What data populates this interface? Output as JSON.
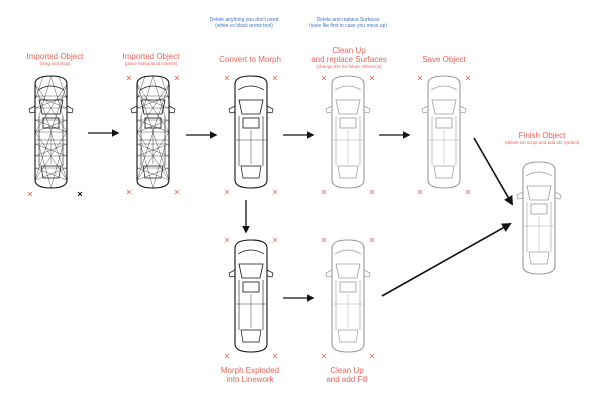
{
  "notes": {
    "delete_note": "Delete anything you don't need\n(white vs black arrow tool)",
    "replace_note": "Delete and replace Surfaces\n(save file first in case you mess up)"
  },
  "steps": [
    {
      "title": "Imported Object",
      "subtitle": "(drag and drop)"
    },
    {
      "title": "Imported Object",
      "subtitle": "(place hotspots at extents)"
    },
    {
      "title": "Convert to Morph",
      "subtitle": ""
    },
    {
      "title": "Clean Up\nand replace Surfaces",
      "subtitle": "(change IDs for future reference)"
    },
    {
      "title": "Save Object",
      "subtitle": ""
    },
    {
      "title": "Finish Object",
      "subtitle": "(delete 2D script and add 2D symbol)"
    },
    {
      "title": "Morph Exploded\ninto Linework",
      "subtitle": ""
    },
    {
      "title": "Clean Up\nand add Fill",
      "subtitle": ""
    }
  ],
  "colors": {
    "label": "#e8625a",
    "note": "#4a73c8",
    "arrow": "#111111",
    "hotspot": "#e8625a"
  }
}
